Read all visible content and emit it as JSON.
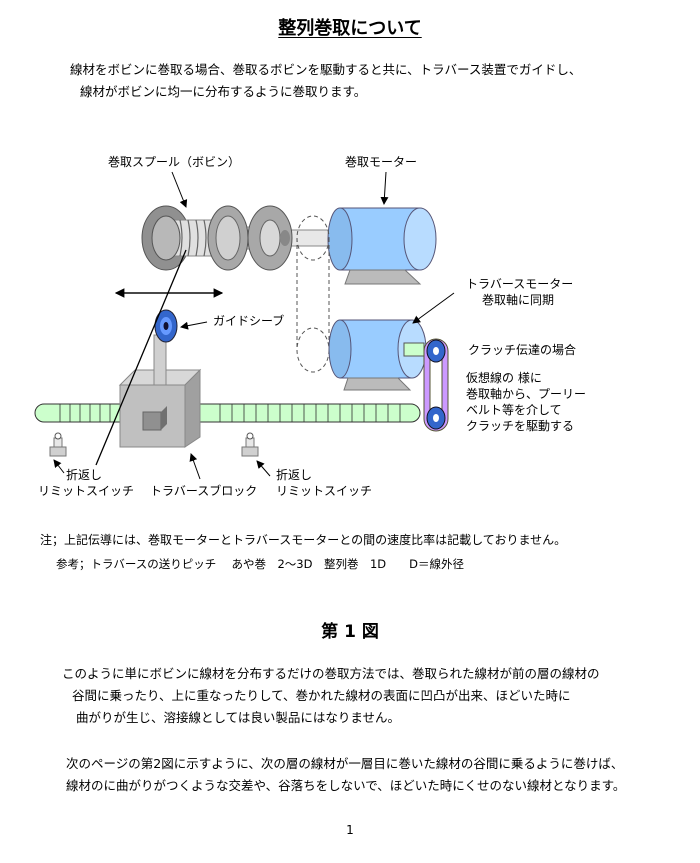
{
  "title": "整列巻取について",
  "intro": [
    "線材をボビンに巻取る場合、巻取るボビンを駆動すると共に、トラバース装置でガイドし、",
    "線材がボビンに均一に分布するように巻取ります。"
  ],
  "diagram": {
    "spool_label": "巻取スプール（ボビン）",
    "motor_label": "巻取モーター",
    "traverse_motor_label": [
      "トラバースモーター",
      "巻取軸に同期"
    ],
    "guide_label": "ガイドシーブ",
    "clutch_label": "クラッチ伝達の場合",
    "virtual_line_label": [
      "仮想線の 様に",
      "巻取軸から、プーリー",
      "ベルト等を介して",
      "クラッチを駆動する"
    ],
    "limit_left_label": [
      "折返し",
      "リミットスイッチ"
    ],
    "traverse_block_label": "トラバースブロック",
    "limit_right_label": [
      "折返し",
      "リミットスイッチ"
    ]
  },
  "note": "注；上記伝導には、巻取モーターとトラバースモーターとの間の速度比率は記載しておりません。",
  "reference": "参考；トラバースの送りピッチ　 あや巻　2～3D　整列巻　1D　　D＝線外径",
  "figure_title": "第 1 図",
  "para1": [
    "このように単にボビンに線材を分布するだけの巻取方法では、巻取られた線材が前の層の線材の",
    "谷間に乗ったり、上に重なったりして、巻かれた線材の表面に凹凸が出来、ほどいた時に",
    "曲がりが生じ、溶接線としては良い製品にはなりません。"
  ],
  "para2": [
    "次のページの第2図に示すように、次の層の線材が一層目に巻いた線材の谷間に乗るように巻けば、",
    "線材のに曲がりがつくような交差や、谷落ちをしないで、ほどいた時にくせのない線材となります。"
  ],
  "page_number": "1",
  "colors": {
    "motor_blue": "#99ccff",
    "shaft_green": "#ccffcc",
    "guide_blue": "#3366cc",
    "clutch_purple": "#cc99ff",
    "block_gray": "#c0c0c0",
    "spool_gray": "#b0b0b0"
  }
}
